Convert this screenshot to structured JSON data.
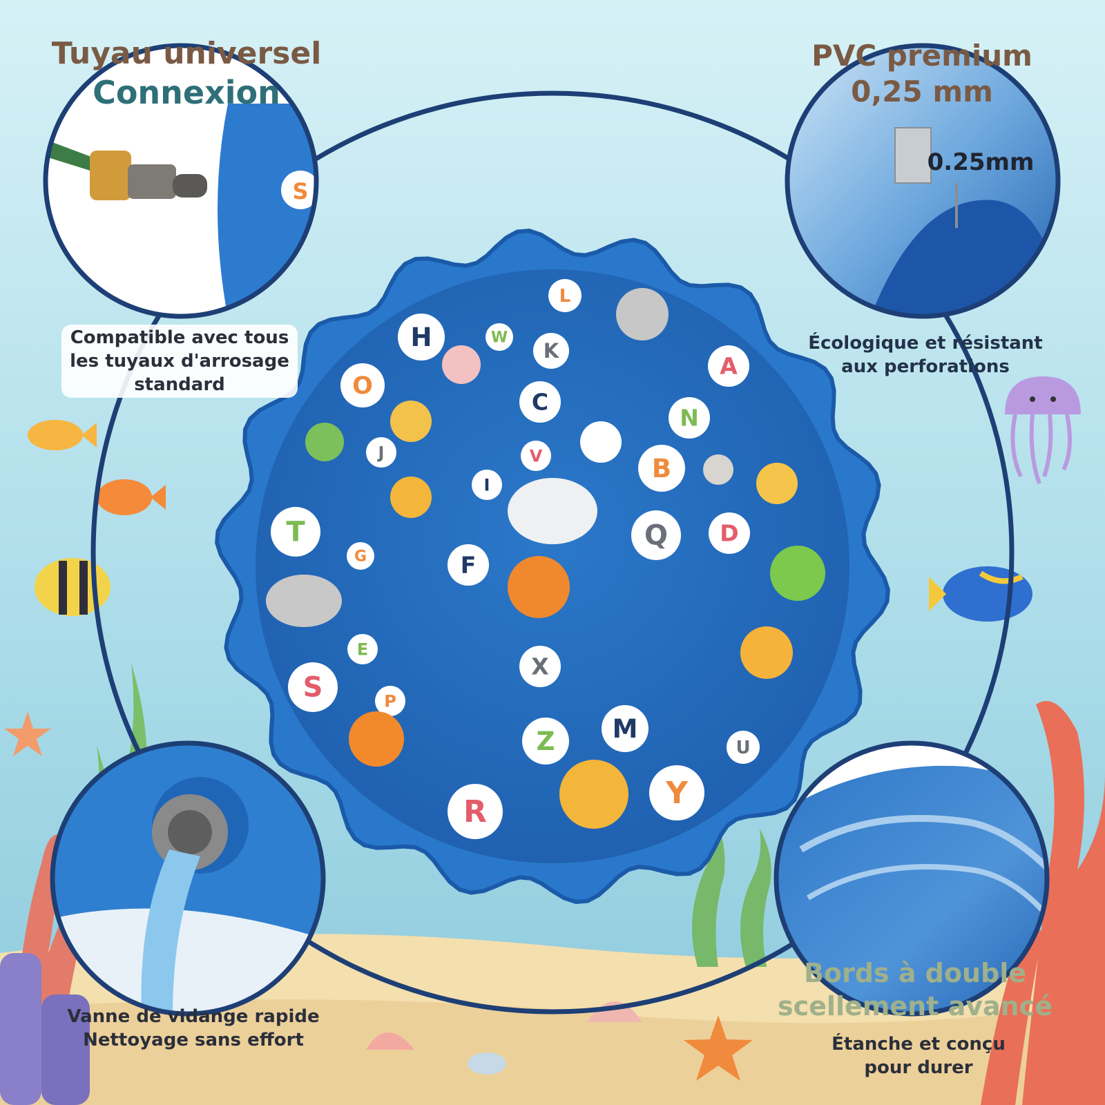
{
  "top_left": {
    "title_line1": "Tuyau universel",
    "title_line2": "Connexion",
    "description": [
      "Compatible avec tous",
      "les tuyaux d'arrosage",
      "standard"
    ]
  },
  "top_right": {
    "title_line1": "PVC premium",
    "title_line2": "0,25 mm",
    "measure_label": "0.25mm",
    "description": [
      "Écologique et résistant",
      "aux perforations"
    ]
  },
  "bottom_left": {
    "description": [
      "Vanne de vidange rapide",
      "Nettoyage sans effort"
    ]
  },
  "bottom_right": {
    "title_line1": "Bords à double",
    "title_line2": "scellement avancé",
    "description": [
      "Étanche et conçu",
      "pour durer"
    ]
  },
  "mat_letters": [
    "L",
    "H",
    "W",
    "K",
    "A",
    "O",
    "C",
    "N",
    "J",
    "V",
    "B",
    "I",
    "T",
    "Q",
    "D",
    "G",
    "F",
    "E",
    "X",
    "S",
    "P",
    "M",
    "Z",
    "U",
    "R",
    "Y"
  ],
  "colors": {
    "sea_bg": "#bfe6ef",
    "mat_blue": "#2f7fd0",
    "outline_navy": "#1d3f75",
    "title_brown": "#7a5a44",
    "title_teal": "#2e6f78",
    "title_green": "#9fb08a"
  }
}
